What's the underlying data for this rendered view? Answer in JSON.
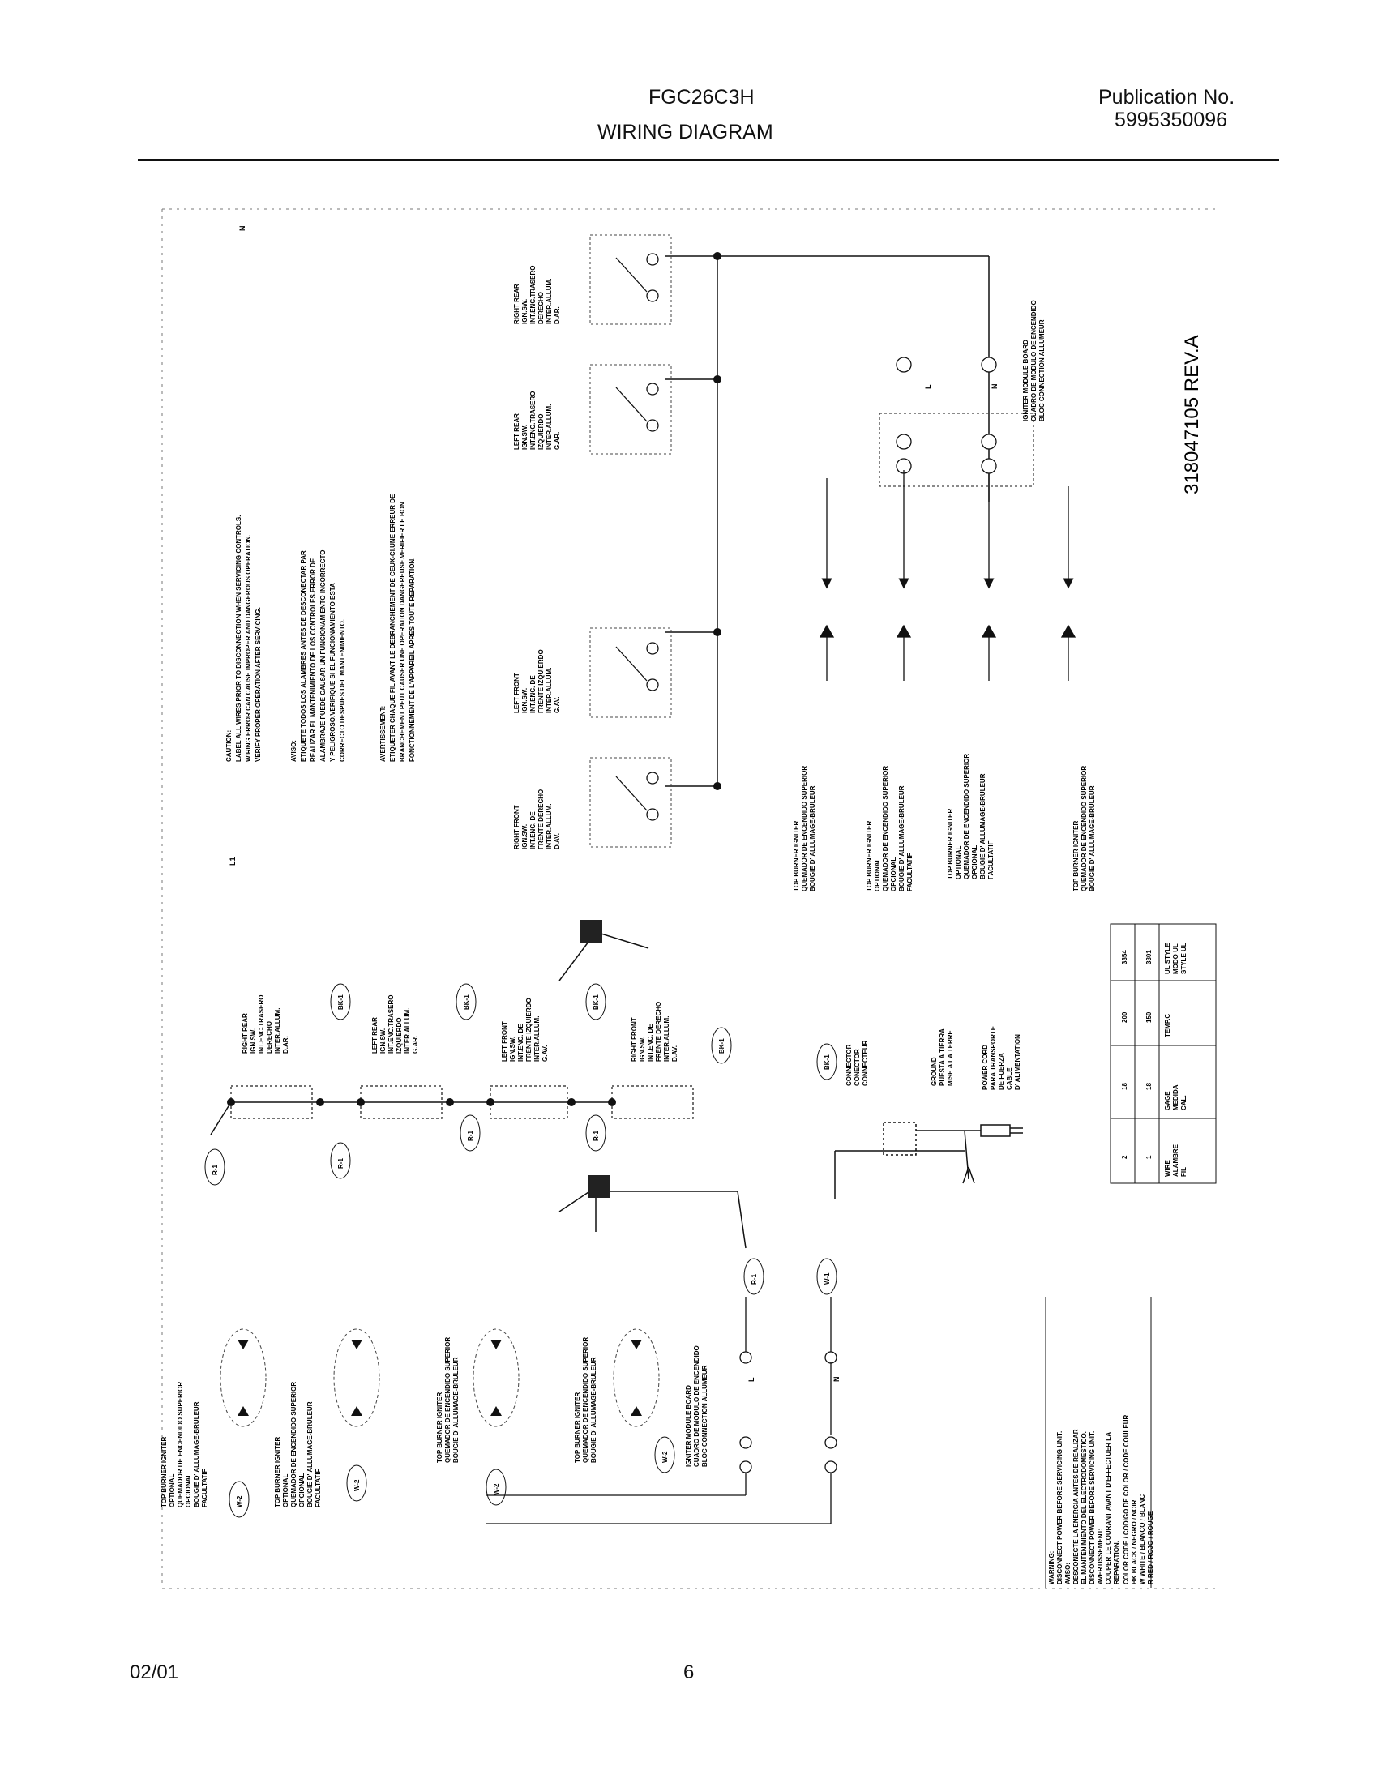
{
  "header": {
    "model": "FGC26C3H",
    "doc_title": "WIRING DIAGRAM",
    "publication_label": "Publication No.",
    "publication_number": "5995350096"
  },
  "footer": {
    "date": "02/01",
    "page": "6"
  },
  "diagram": {
    "part_number": "318047105 REV.A",
    "line_l1": "L1",
    "line_n": "N",
    "caution": [
      "CAUTION:",
      "LABEL ALL WIRES PRIOR TO DISCONNECTION WHEN SERVICING CONTROLS.",
      "WIRING ERROR CAN CAUSE IMPROPER AND DANGEROUS OPERATION.",
      "VERIFY PROPER OPERATION AFTER SERVICING."
    ],
    "aviso": [
      "AVISO:",
      "ETIQUETE TODOS LOS ALAMBRES ANTES DE DESCONECTAR PAR",
      "REALIZAR EL MANTENIMIENTO DE LOS CONTROLES.ERROR DE",
      "ALAMBRAJE PUEDE CAUSAR UN FUNCIONAMIENTO INCORRECTO",
      "Y PELIGROSO.VERIFIQUE SI EL FUNCIONAMIENTO ESTA",
      "CORRECTO DESPUES DEL MANTENIMIENTO."
    ],
    "avertissement": [
      "AVERTISSEMENT:",
      "ETIQUETER CHAQUE FIL AVANT LE DEBRANCHEMENT DE CEUX-CI.UNE ERREUR DE",
      "BRANCHEMENT PEUT CAUSER UNE OPERATION DANGEREUSE.VERIFIER LE BON",
      "FONCTIONNEMENT DE L'APPAREIL APRES TOUTE REPARATION."
    ],
    "switches_upper": [
      [
        "RIGHT REAR",
        "IGN.SW.",
        "INT.ENC.TRASERO",
        "DERECHO",
        "INTER.ALLUM.",
        "D.AR."
      ],
      [
        "LEFT REAR",
        "IGN.SW.",
        "INT.ENC.TRASERO",
        "IZQUIERDO",
        "INTER.ALLUM.",
        "G.AR."
      ],
      [
        "LEFT FRONT",
        "IGN.SW.",
        "INT.ENC. DE",
        "FRENTE IZQUIERDO",
        "INTER.ALLUM.",
        "G.AV."
      ],
      [
        "RIGHT FRONT",
        "IGN.SW.",
        "INT.ENC. DE",
        "FRENTE DERECHO",
        "INTER.ALLUM.",
        "D.AV."
      ]
    ],
    "module_upper": [
      "IGNITER MODULE BOARD",
      "CUADRO DE MODULO DE ENCENDIDO",
      "BLOC CONNECTION ALLUMEUR"
    ],
    "module_upper_pins": [
      "L",
      "N"
    ],
    "igniters_upper": [
      [
        "TOP BURNER IGNITER",
        "QUEMADOR DE ENCENDIDO SUPERIOR",
        "BOUGIE D' ALLUMAGE-BRULEUR"
      ],
      [
        "TOP BURNER IGNITER",
        "OPTIONAL",
        "QUEMADOR DE ENCENDIDO SUPERIOR",
        "OPCIONAL",
        "BOUGIE D' ALLUMAGE-BRULEUR",
        "FACULTATIF"
      ],
      [
        "TOP BURNER IGNITER",
        "OPTIONAL",
        "QUEMADOR DE ENCENDIDO SUPERIOR",
        "OPCIONAL",
        "BOUGIE D' ALLUMAGE-BRULEUR",
        "FACULTATIF"
      ],
      [
        "TOP BURNER IGNITER",
        "QUEMADOR DE ENCENDIDO SUPERIOR",
        "BOUGIE D' ALLUMAGE-BRULEUR"
      ]
    ],
    "switches_lower": [
      [
        "RIGHT REAR",
        "IGN.SW.",
        "INT.ENC.TRASERO",
        "DERECHO",
        "INTER.ALLUM.",
        "D.AR."
      ],
      [
        "LEFT REAR",
        "IGN.SW.",
        "INT.ENC.TRASERO",
        "IZQUIERDO",
        "INTER.ALLUM.",
        "G.AR."
      ],
      [
        "LEFT FRONT",
        "IGN.SW.",
        "INT.ENC. DE",
        "FRENTE IZQUIERDO",
        "INTER.ALLUM.",
        "G.AV."
      ],
      [
        "RIGHT FRONT",
        "IGN.SW.",
        "INT.ENC. DE",
        "FRENTE DERECHO",
        "INTER.ALLUM.",
        "D.AV."
      ]
    ],
    "wire_tags_upper": [
      "BK-1",
      "BK-1",
      "BK-1",
      "BK-1",
      "BK-1"
    ],
    "wire_tags_lower": [
      "R-1",
      "R-1",
      "R-1",
      "R-1"
    ],
    "wire_tags_right": [
      "R-1",
      "W-1"
    ],
    "connector_labels": [
      [
        "CONNECTOR",
        "CONECTOR",
        "CONNECTEUR"
      ],
      [
        "GROUND",
        "PUESTA A TIERRA",
        "MISE A LA TERRE"
      ],
      [
        "POWER CORD",
        "PARA TRANSPORTE",
        "DE FUERZA",
        "CABLE",
        "D' ALIMENTATION"
      ]
    ],
    "igniters_lower": [
      [
        "TOP BURNER IGNITER",
        "OPTIONAL",
        "QUEMADOR DE ENCENDIDO SUPERIOR",
        "OPCIONAL",
        "BOUGIE D' ALLUMAGE-BRULEUR",
        "FACULTATIF"
      ],
      [
        "TOP BURNER IGNITER",
        "OPTIONAL",
        "QUEMADOR DE ENCENDIDO SUPERIOR",
        "OPCIONAL",
        "BOUGIE D' ALLUMAGE-BRULEUR",
        "FACULTATIF"
      ],
      [
        "TOP BURNER IGNITER",
        "QUEMADOR DE ENCENDIDO SUPERIOR",
        "BOUGIE D' ALLUMAGE-BRULEUR"
      ],
      [
        "TOP BURNER IGNITER",
        "QUEMADOR DE ENCENDIDO SUPERIOR",
        "BOUGIE D' ALLUMAGE-BRULEUR"
      ]
    ],
    "igniter_tags_lower": [
      "W-2",
      "W-2",
      "W-2",
      "W-2"
    ],
    "module_lower": [
      "IGNITER MODULE BOARD",
      "CUADRO DE MODULO DE ENCENDIDO",
      "BLOC CONNECTION ALLUMEUR"
    ],
    "module_lower_pins": [
      "L",
      "N"
    ],
    "wire_table": {
      "rows": [
        [
          "WIRE",
          "ALAMBRE",
          "FIL"
        ],
        [
          "GAGE",
          "MEDIDA",
          "CAL."
        ],
        [
          "TEMP.C"
        ],
        [
          "UL STYLE",
          "MODO UL",
          "STYLE UL"
        ]
      ],
      "values": [
        [
          "2",
          "1"
        ],
        [
          "18",
          "18"
        ],
        [
          "200",
          "150"
        ],
        [
          "3354",
          "3301"
        ]
      ]
    },
    "warning": [
      "WARNING:",
      "DISCONNECT POWER BEFORE SERVICING UNIT.",
      "AVISO:",
      "DESCONECTE LA ENERGIA ANTES DE REALIZAR",
      "EL MANTENIMIENTO DEL ELECTRODOMESTICO.",
      "DISCONNECT POWER BEFORE SERVICING UNIT.",
      "AVERTISSEMENT:",
      "COUPER LE COURANT AVANT D'EFFECTUER LA",
      "REPARATION."
    ],
    "color_code": [
      "COLOR CODE / CODIGO DE COLOR / CODE COULEUR",
      "BK BLACK / NEGRO / NOIR",
      "W WHITE / BLANCO / BLANC",
      "R RED / ROJO / ROUGE"
    ]
  }
}
